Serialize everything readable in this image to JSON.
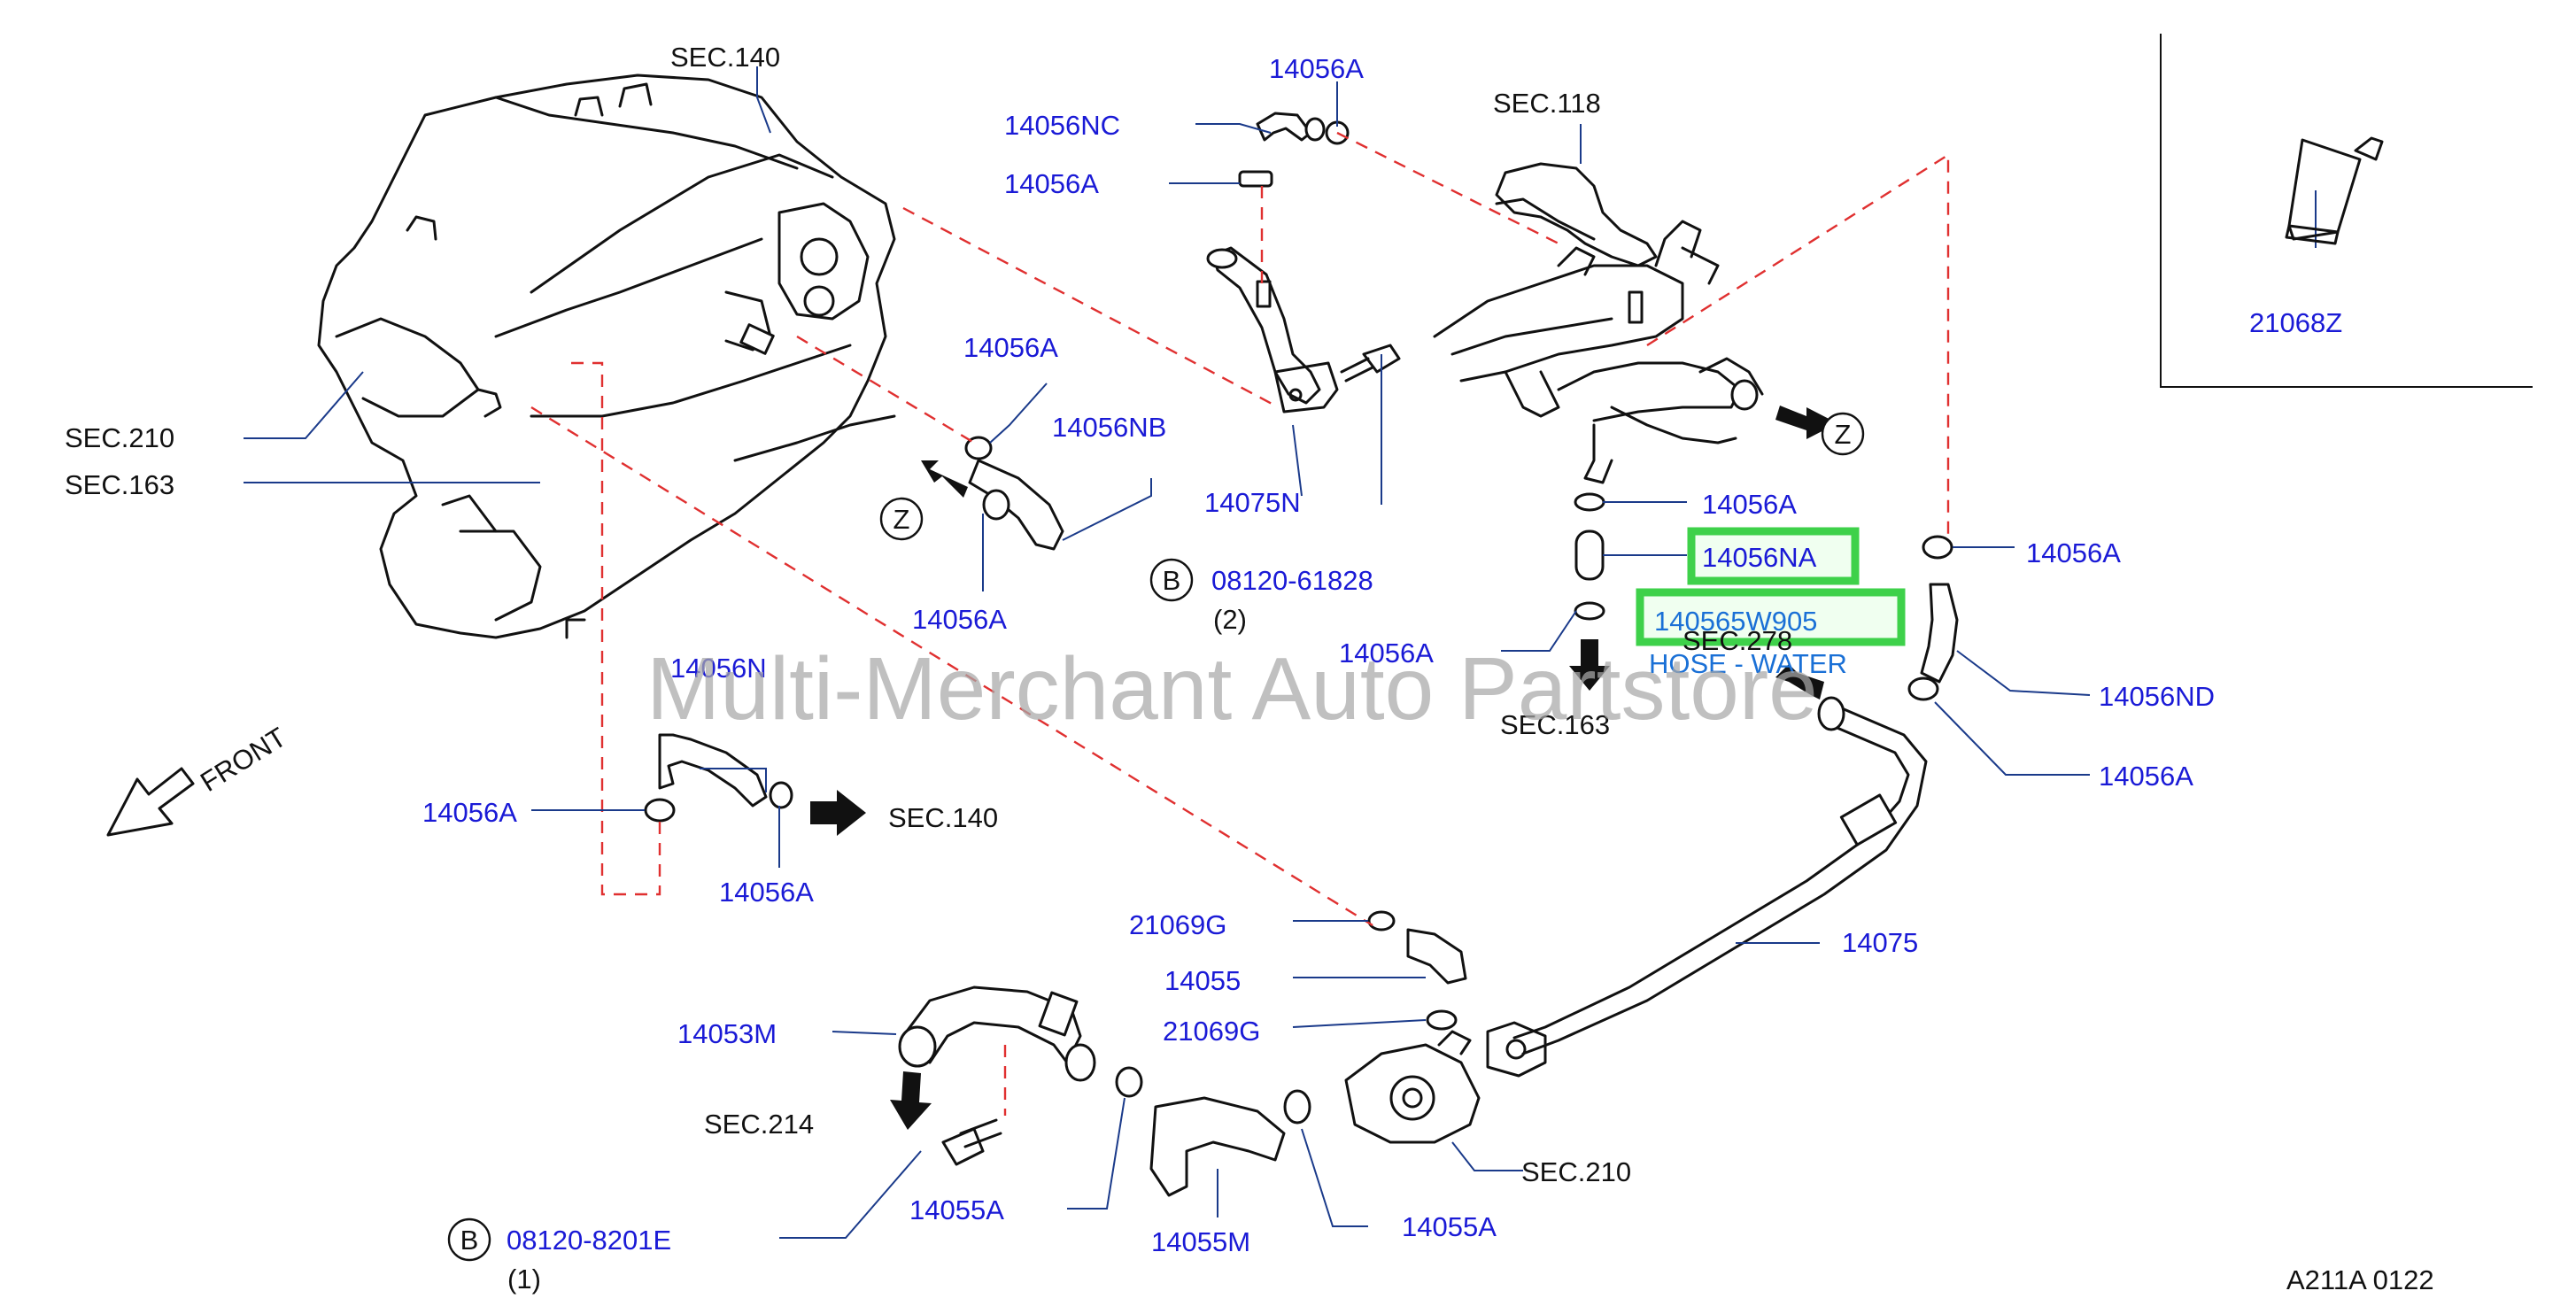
{
  "diagram": {
    "watermark": "Multi-Merchant Auto Partstore",
    "code": "A211A   0122",
    "front_label": "FRONT",
    "highlight": {
      "part": "140565W905",
      "description": "HOSE - WATER"
    },
    "labels": {
      "sec140_top": "SEC.140",
      "sec118": "SEC.118",
      "sec210_left": "SEC.210",
      "sec163_left": "SEC.163",
      "sec163_mid": "SEC.163",
      "sec278": "SEC.278",
      "sec140_bot": "SEC.140",
      "sec214": "SEC.214",
      "sec210_bot": "SEC.210",
      "p14056a_1": "14056A",
      "p14056nc": "14056NC",
      "p14056a_2": "14056A",
      "p14056a_3": "14056A",
      "p14056nb": "14056NB",
      "p14056a_4": "14056A",
      "p14075n": "14075N",
      "p08120_61828": "08120-61828",
      "q2": "(2)",
      "p14056a_5": "14056A",
      "p14056na": "14056NA",
      "p14056a_6": "14056A",
      "p14056a_7": "14056A",
      "p14056nd": "14056ND",
      "p14056a_8": "14056A",
      "p21068z": "21068Z",
      "p14056n": "14056N",
      "p14056a_9": "14056A",
      "p14056a_10": "14056A",
      "p21069g_1": "21069G",
      "p14055": "14055",
      "p21069g_2": "21069G",
      "p14053m": "14053M",
      "p14075": "14075",
      "p08120_8201e": "08120-8201E",
      "q1": "(1)",
      "p14055a_1": "14055A",
      "p14055m": "14055M",
      "p14055a_2": "14055A"
    },
    "bubbles": {
      "z1": "Z",
      "z2": "Z",
      "b1": "B",
      "b2": "B"
    }
  }
}
